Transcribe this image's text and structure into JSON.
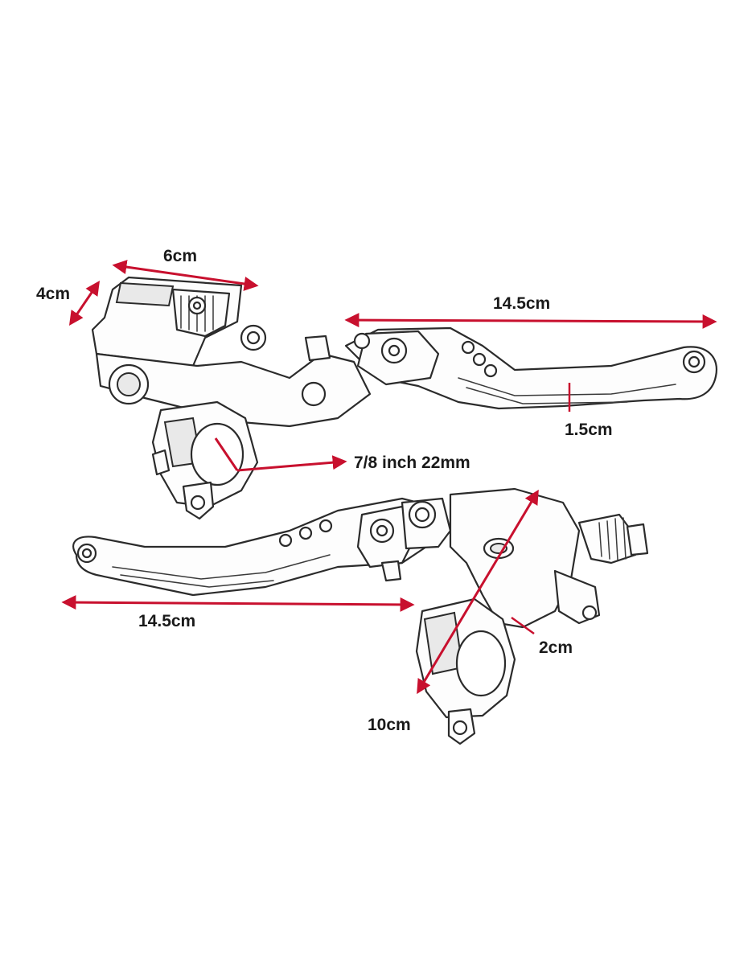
{
  "colors": {
    "dimension": "#c8102e",
    "outline": "#2b2b2b"
  },
  "dimensions": {
    "reservoir_width": "6cm",
    "reservoir_height": "4cm",
    "brake_lever_length": "14.5cm",
    "brake_lever_width": "1.5cm",
    "bar_diameter": "7/8 inch 22mm",
    "clutch_lever_length": "14.5cm",
    "clutch_body_width": "2cm",
    "clutch_body_height": "10cm"
  }
}
